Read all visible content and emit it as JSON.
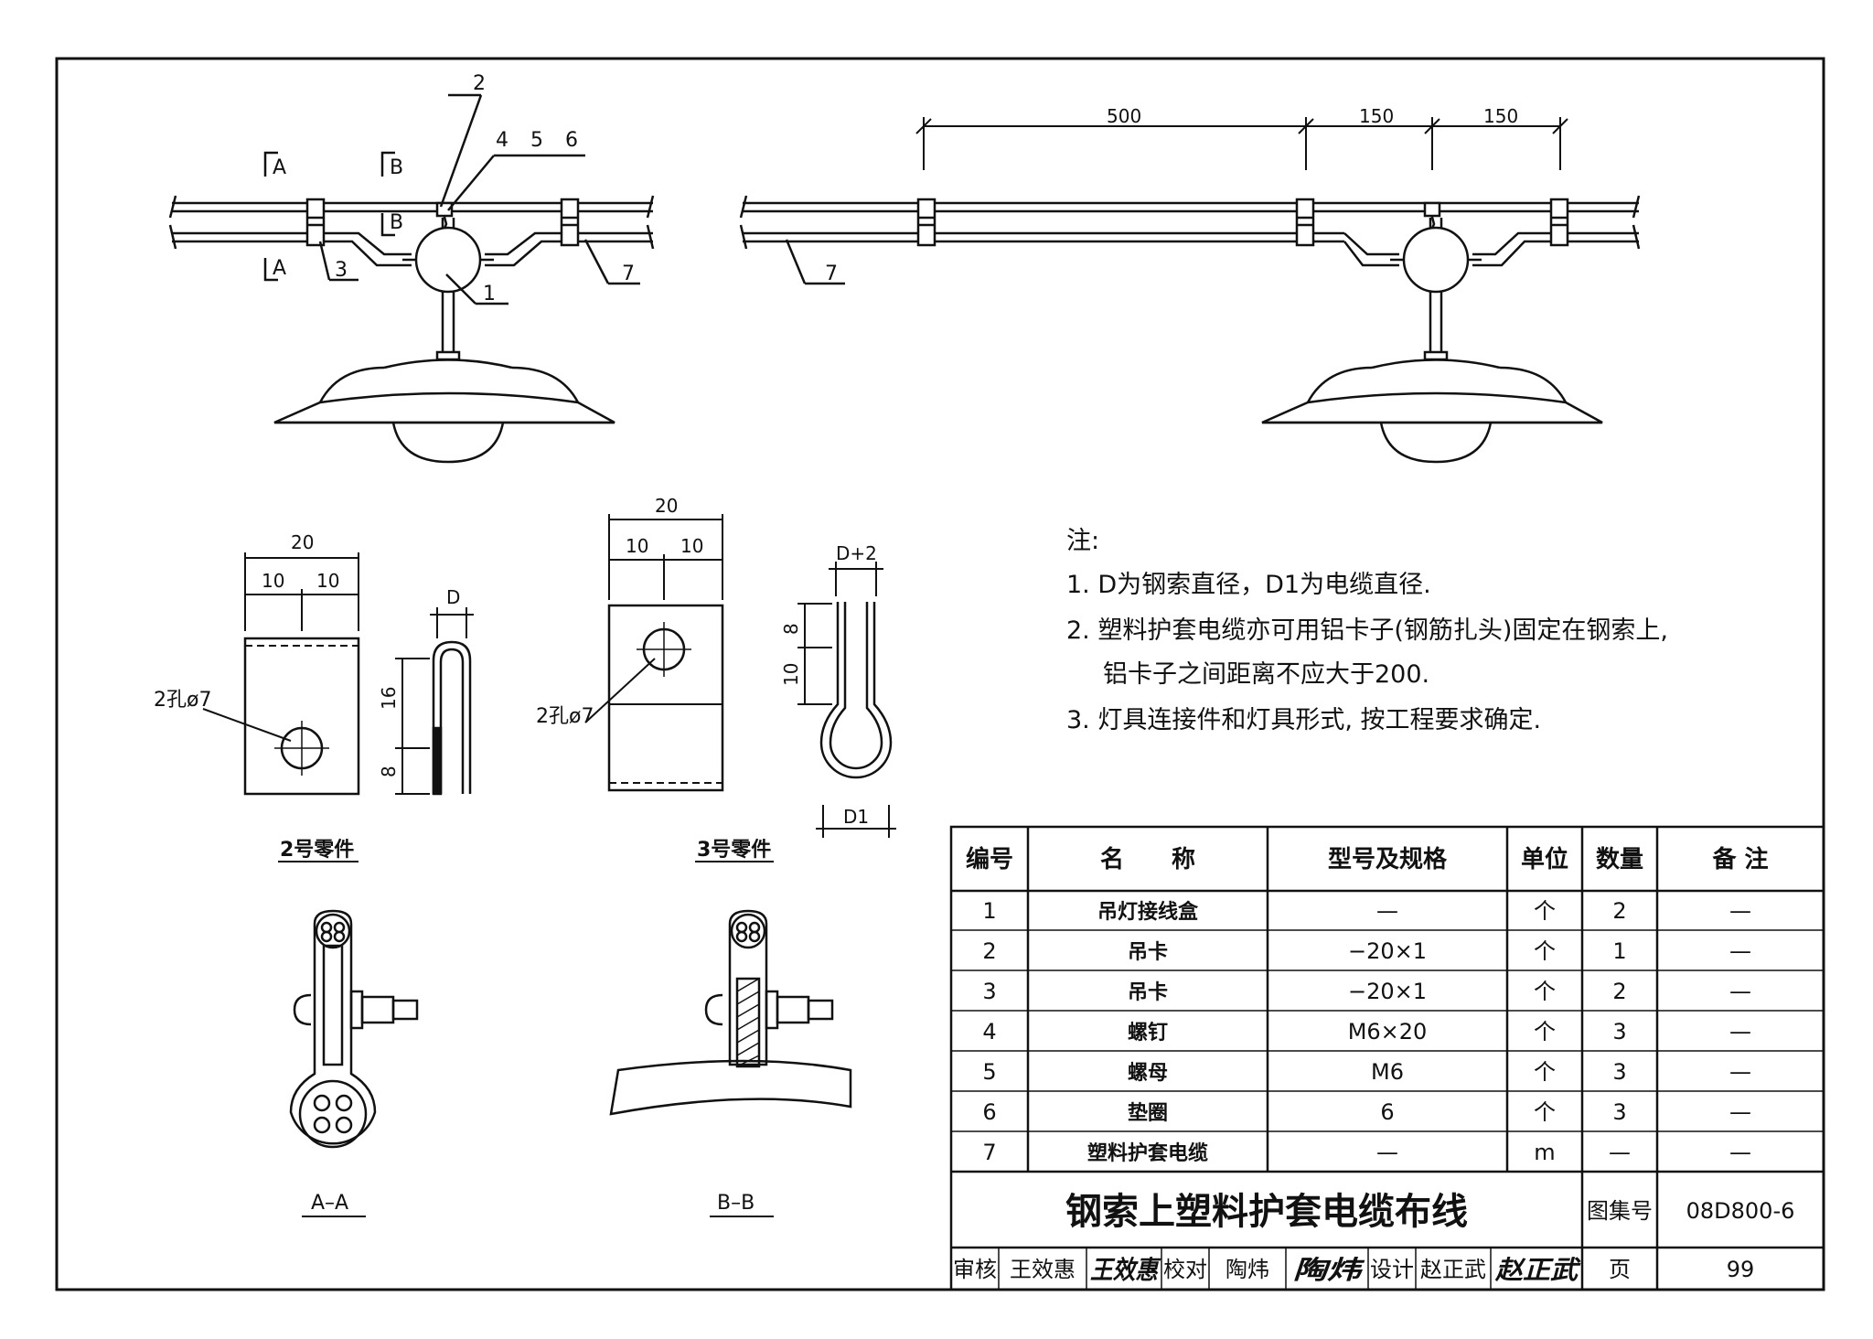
{
  "drawing": {
    "elevation": {
      "callouts": [
        "1",
        "2",
        "3",
        "4",
        "5",
        "6",
        "7"
      ],
      "section_marks": [
        "A",
        "A",
        "B",
        "B"
      ],
      "right_callout": "7",
      "dims": [
        "500",
        "150",
        "150"
      ]
    },
    "part2": {
      "title": "2号零件",
      "dims": [
        "20",
        "10",
        "10",
        "D",
        "16",
        "8"
      ],
      "hole": "2孔ø7"
    },
    "part3": {
      "title": "3号零件",
      "dims": [
        "20",
        "10",
        "10",
        "D+2",
        "8",
        "10",
        "D1"
      ],
      "hole": "2孔ø7"
    },
    "sections": [
      "A–A",
      "B–B"
    ]
  },
  "notes": {
    "heading": "注:",
    "items": [
      "1. D为钢索直径，D1为电缆直径.",
      "2. 塑料护套电缆亦可用铝卡子(钢筋扎头)固定在钢索上,",
      "铝卡子之间距离不应大于200.",
      "3. 灯具连接件和灯具形式, 按工程要求确定."
    ]
  },
  "table": {
    "headers": [
      "编号",
      "名　　称",
      "型号及规格",
      "单位",
      "数量",
      "备 注"
    ],
    "rows": [
      [
        "1",
        "吊灯接线盒",
        "—",
        "个",
        "2",
        "—"
      ],
      [
        "2",
        "吊卡",
        "−20×1",
        "个",
        "1",
        "—"
      ],
      [
        "3",
        "吊卡",
        "−20×1",
        "个",
        "2",
        "—"
      ],
      [
        "4",
        "螺钉",
        "M6×20",
        "个",
        "3",
        "—"
      ],
      [
        "5",
        "螺母",
        "M6",
        "个",
        "3",
        "—"
      ],
      [
        "6",
        "垫圈",
        "6",
        "个",
        "3",
        "—"
      ],
      [
        "7",
        "塑料护套电缆",
        "—",
        "m",
        "—",
        "—"
      ]
    ]
  },
  "title_block": {
    "title": "钢索上塑料护套电缆布线",
    "atlas_label": "图集号",
    "atlas_no": "08D800-6",
    "page_label": "页",
    "page_no": "99",
    "review_label": "审核",
    "review_name": "王效惠",
    "review_sig": "王效惠",
    "check_label": "校对",
    "check_name": "陶炜",
    "check_sig": "陶炜",
    "design_label": "设计",
    "design_name": "赵正武",
    "design_sig": "赵正武"
  }
}
